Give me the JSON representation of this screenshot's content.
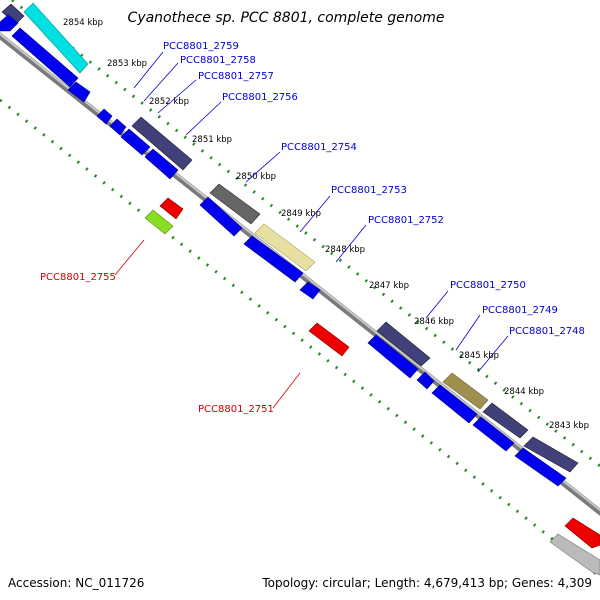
{
  "title": "Cyanothece sp. PCC 8801, complete genome",
  "footer": {
    "accession": "Accession: NC_011726",
    "topology": "Topology: circular; Length: 4,679,413 bp; Genes: 4,309"
  },
  "colors": {
    "cds_forward": "#0000ee",
    "cds_dark": "#40407a",
    "cds_gray": "#666666",
    "cds_tan": "#a09050",
    "cds_cyan": "#00e0e0",
    "cds_pale": "#e8e0a0",
    "cds_red": "#ee0000",
    "cds_green": "#88dd22",
    "label_forward": "#0000cc",
    "label_reverse": "#cc0000",
    "tick_marks": "#228b22",
    "backbone": "#888888"
  },
  "ticks": [
    "2854 kbp",
    "2853 kbp",
    "2852 kbp",
    "2851 kbp",
    "2850 kbp",
    "2849 kbp",
    "2848 kbp",
    "2847 kbp",
    "2846 kbp",
    "2845 kbp",
    "2844 kbp",
    "2843 kbp"
  ],
  "gene_labels": [
    "PCC8801_2759",
    "PCC8801_2758",
    "PCC8801_2757",
    "PCC8801_2756",
    "PCC8801_2754",
    "PCC8801_2753",
    "PCC8801_2752",
    "PCC8801_2750",
    "PCC8801_2749",
    "PCC8801_2748",
    "PCC8801_2755",
    "PCC8801_2751"
  ]
}
